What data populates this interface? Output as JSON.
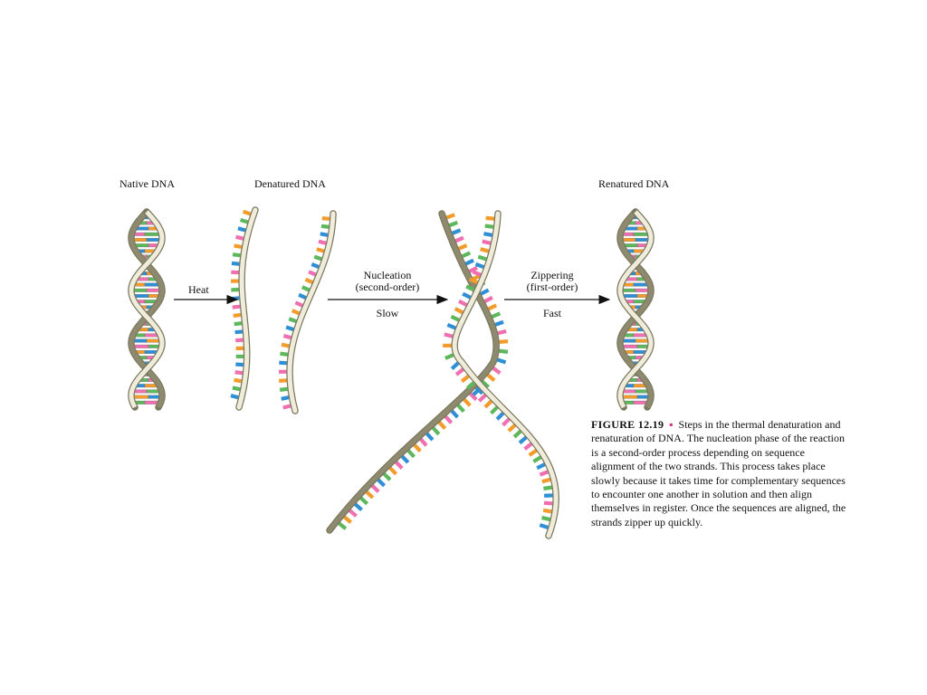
{
  "labels": {
    "native": "Native DNA",
    "denatured": "Denatured DNA",
    "renatured": "Renatured DNA",
    "heat": "Heat",
    "nucleation_1": "Nucleation",
    "nucleation_2": "(second-order)",
    "slow": "Slow",
    "zippering_1": "Zippering",
    "zippering_2": "(first-order)",
    "fast": "Fast"
  },
  "caption": {
    "figure_number": "FIGURE 12.19",
    "text": "Steps in the thermal denaturation and renaturation of DNA. The nucleation phase of the reaction is a second-order process depending on sequence alignment of the two strands. This process takes place slowly because it takes time for complementary sequences to encounter one another in solution and then align themselves in register. Once the sequences are aligned, the strands zipper up quickly."
  },
  "colors": {
    "backbone_fill": "#efecdb",
    "backbone_stroke": "#7c785e",
    "backbone_dark": "#8e8a70",
    "base_pink": "#ef6fb0",
    "base_blue": "#2f8fd6",
    "base_green": "#5db85c",
    "base_orange": "#f39b2b",
    "bullet": "#d6287a"
  }
}
